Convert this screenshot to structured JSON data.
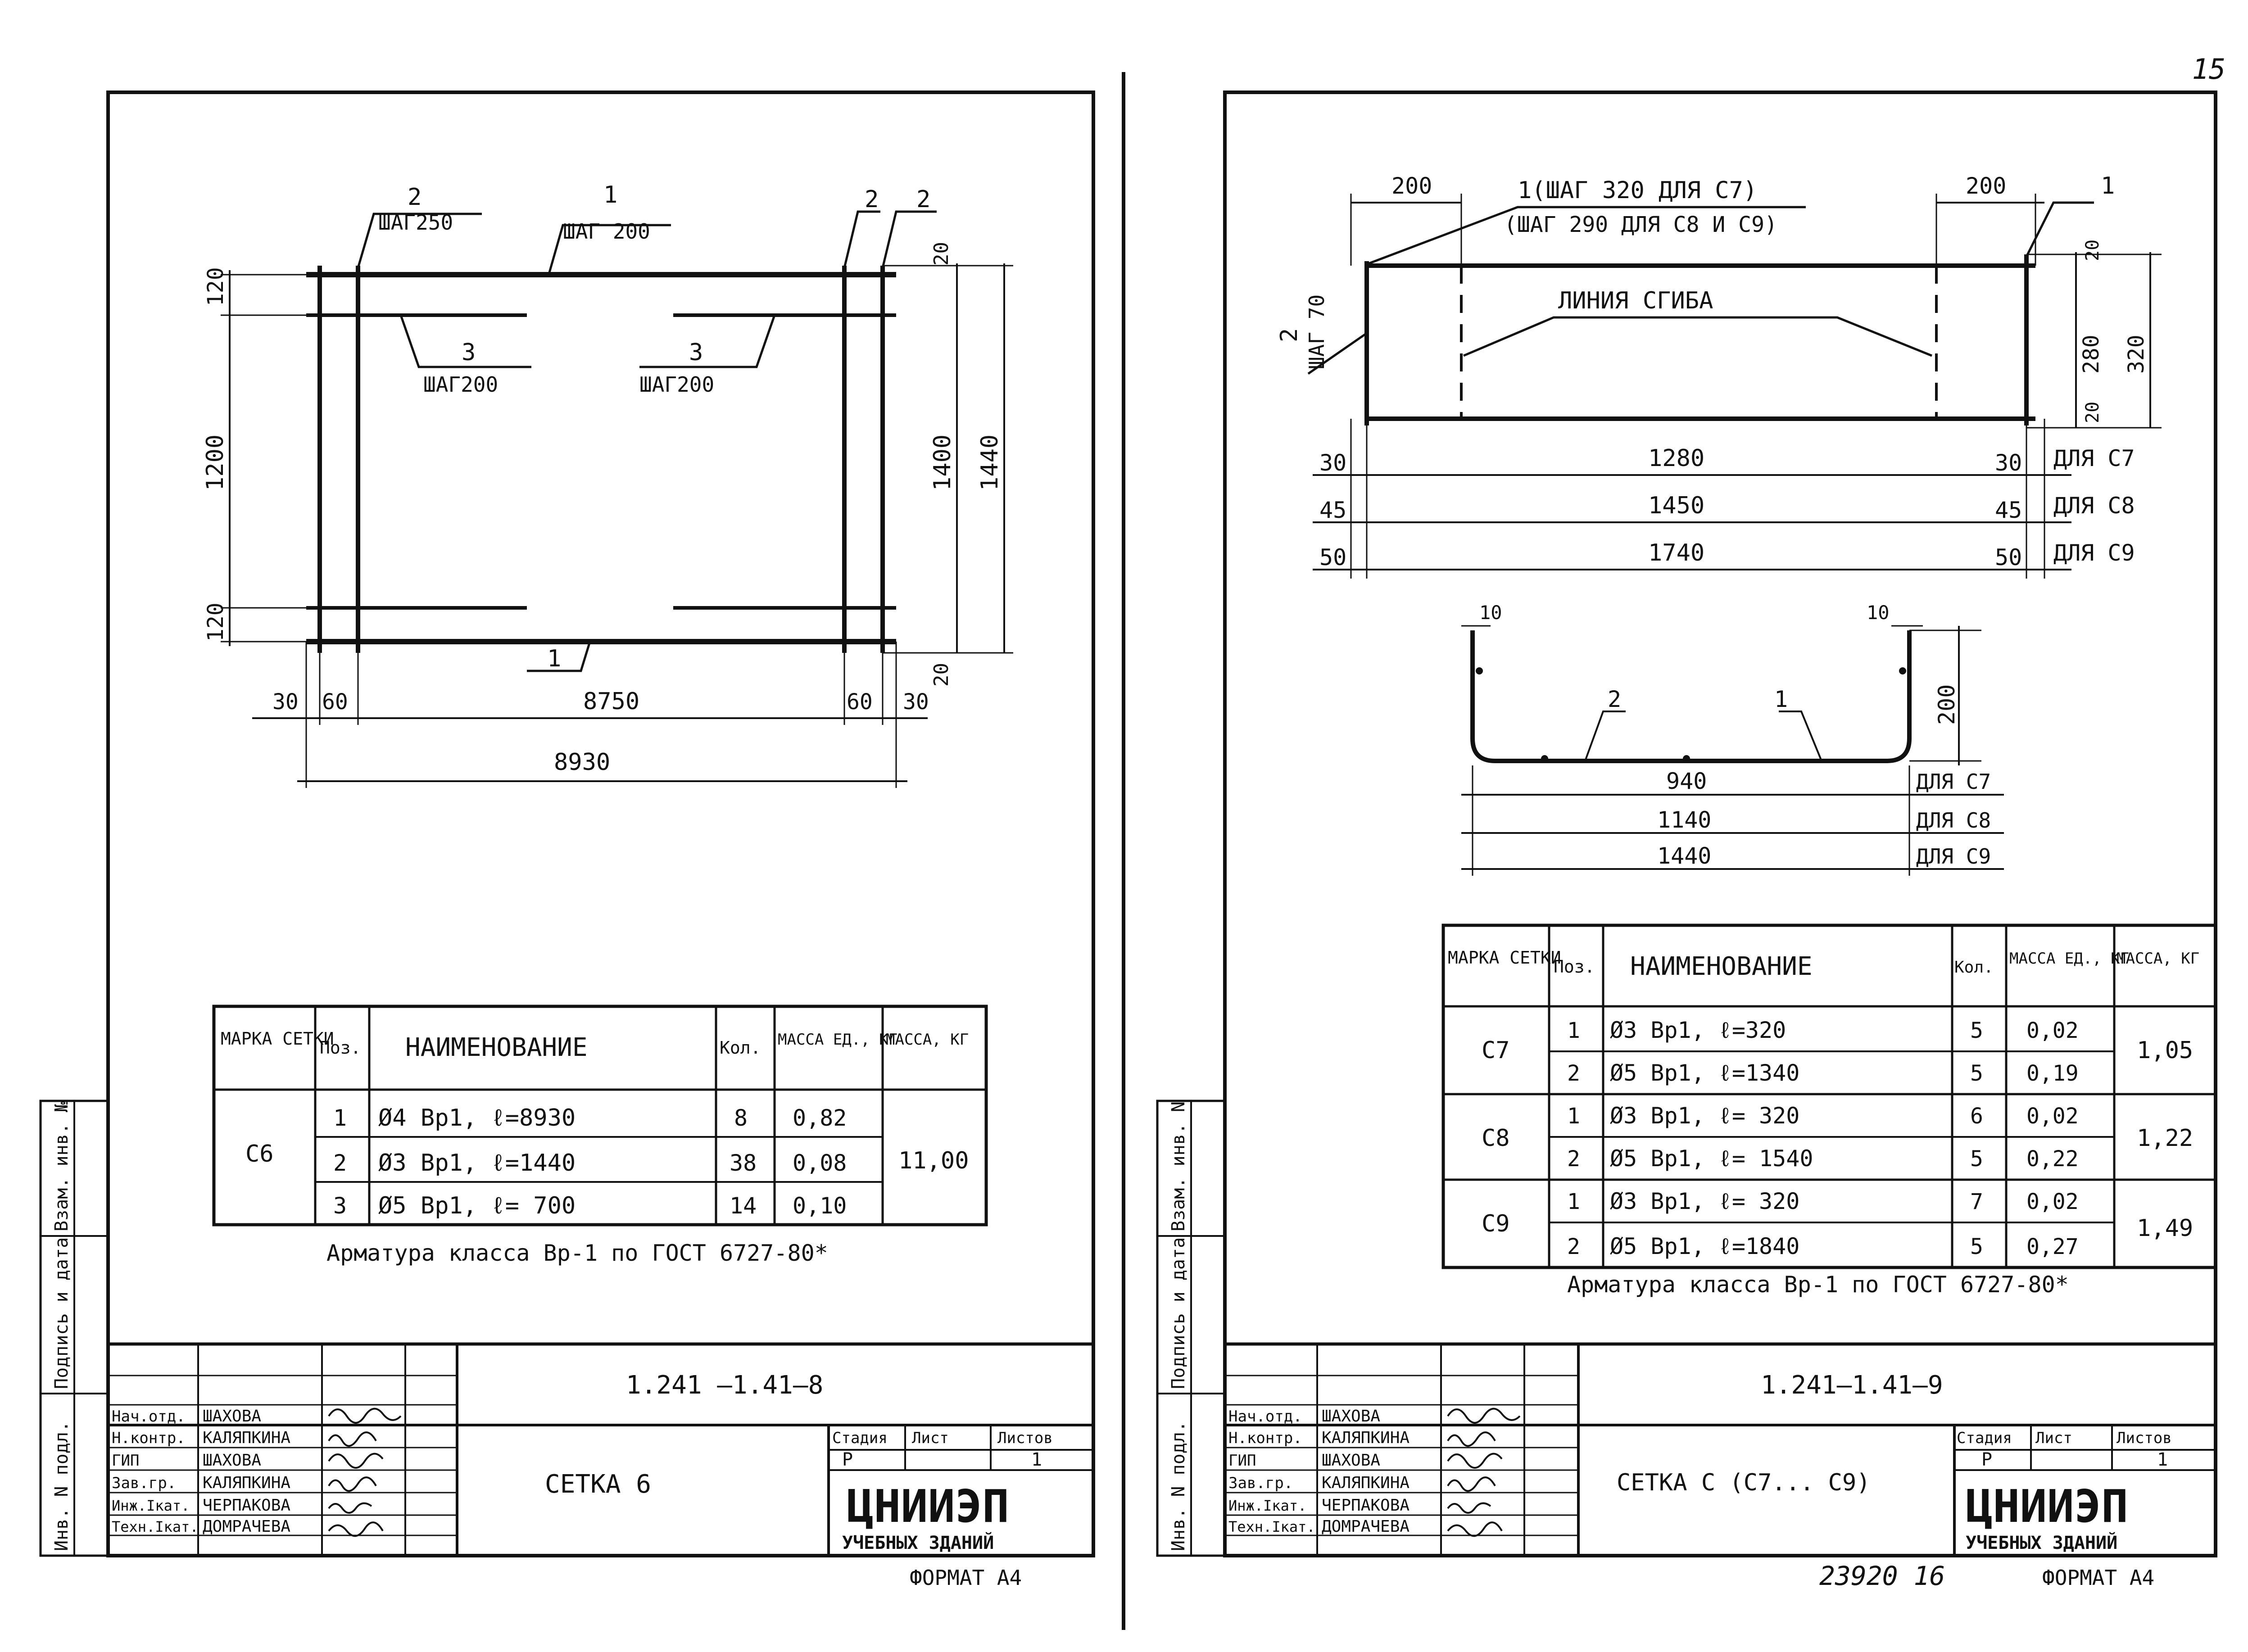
{
  "page_number": "15",
  "left_sheet": {
    "drawing": {
      "pos1_top": "1",
      "pos1_top_step": "ШАГ 200",
      "pos2_left": "2",
      "pos2_left_step": "ШАГ250",
      "pos2_right_a": "2",
      "pos2_right_b": "2",
      "pos3_left": "3",
      "pos3_left_step": "ШАГ200",
      "pos3_right": "3",
      "pos3_right_step": "ШАГ200",
      "pos1_bottom": "1",
      "dim_120_top": "120",
      "dim_1200": "1200",
      "dim_120_bottom": "120",
      "dim_20_top": "20",
      "dim_20_bottom": "20",
      "dim_1400": "1400",
      "dim_1440": "1440",
      "dim_30_left": "30",
      "dim_60_left": "60",
      "dim_8750": "8750",
      "dim_60_right": "60",
      "dim_30_right": "30",
      "dim_8930": "8930"
    },
    "table": {
      "headers": [
        "МАРКА СЕТКИ",
        "Поз.",
        "НАИМЕНОВАНИЕ",
        "Кол.",
        "МАССА ЕД., КГ",
        "МАССА, КГ"
      ],
      "mark": "С6",
      "rows": [
        {
          "pos": "1",
          "name": "Ø4 Вр1, ℓ=8930",
          "qty": "8",
          "unit_mass": "0,82"
        },
        {
          "pos": "2",
          "name": "Ø3 Вр1, ℓ=1440",
          "qty": "38",
          "unit_mass": "0,08"
        },
        {
          "pos": "3",
          "name": "Ø5 Вр1, ℓ= 700",
          "qty": "14",
          "unit_mass": "0,10"
        }
      ],
      "total_mass": "11,00",
      "note": "Арматура класса Вр-1 по ГОСТ 6727-80*"
    },
    "title_block": {
      "doc_code": "1.241 —1.41—8",
      "sheet_name": "СЕТКА 6",
      "stage_label": "Стадия",
      "sheet_label": "Лист",
      "sheets_label": "Листов",
      "stage": "Р",
      "sheet": "1",
      "roles": [
        "Нач.отд.",
        "Н.контр.",
        "ГИП",
        "Зав.гр.",
        "Инж.Ікат.",
        "Техн.Ікат."
      ],
      "names": [
        "ШАХОВА",
        "КАЛЯПКИНА",
        "ШАХОВА",
        "КАЛЯПКИНА",
        "ЧЕРПАКОВА",
        "ДОМРАЧЕВА"
      ],
      "org": "ЦНИИЭП",
      "org_sub": "УЧЕБНЫХ ЗДАНИЙ",
      "format": "ФОРМАТ А4"
    },
    "side_stamp": [
      "Инв. N подл.",
      "Подпись и дата",
      "Взам. инв. №"
    ]
  },
  "right_sheet": {
    "drawing": {
      "dim_200_left": "200",
      "dim_200_right": "200",
      "pos1_label": "1(ШАГ 320 ДЛЯ С7)",
      "pos1_label2": "(ШАГ 290 ДЛЯ С8 И С9)",
      "pos1_right": "1",
      "pos2_label": "2",
      "pos2_step": "ШАГ 70",
      "bend_line": "ЛИНИЯ СГИБА",
      "dim_20_top": "20",
      "dim_280": "280",
      "dim_320": "320",
      "dim_20_bottom": "20",
      "rows": [
        {
          "left": "30",
          "mid": "1280",
          "right": "30",
          "label": "ДЛЯ С7"
        },
        {
          "left": "45",
          "mid": "1450",
          "right": "45",
          "label": "ДЛЯ С8"
        },
        {
          "left": "50",
          "mid": "1740",
          "right": "50",
          "label": "ДЛЯ С9"
        }
      ],
      "section": {
        "dim_10_left": "10",
        "dim_10_right": "10",
        "dim_200": "200",
        "pos2": "2",
        "pos1": "1",
        "rows": [
          {
            "mid": "940",
            "label": "ДЛЯ С7"
          },
          {
            "mid": "1140",
            "label": "ДЛЯ С8"
          },
          {
            "mid": "1440",
            "label": "ДЛЯ С9"
          }
        ]
      }
    },
    "table": {
      "headers": [
        "МАРКА СЕТКИ",
        "Поз.",
        "НАИМЕНОВАНИЕ",
        "Кол.",
        "МАССА ЕД., КГ",
        "МАССА, КГ"
      ],
      "groups": [
        {
          "mark": "С7",
          "total": "1,05",
          "rows": [
            {
              "pos": "1",
              "name": "Ø3 Вр1, ℓ=320",
              "qty": "5",
              "unit_mass": "0,02"
            },
            {
              "pos": "2",
              "name": "Ø5 Вр1, ℓ=1340",
              "qty": "5",
              "unit_mass": "0,19"
            }
          ]
        },
        {
          "mark": "С8",
          "total": "1,22",
          "rows": [
            {
              "pos": "1",
              "name": "Ø3 Вр1, ℓ= 320",
              "qty": "6",
              "unit_mass": "0,02"
            },
            {
              "pos": "2",
              "name": "Ø5 Вр1, ℓ= 1540",
              "qty": "5",
              "unit_mass": "0,22"
            }
          ]
        },
        {
          "mark": "С9",
          "total": "1,49",
          "rows": [
            {
              "pos": "1",
              "name": "Ø3 Вр1, ℓ= 320",
              "qty": "7",
              "unit_mass": "0,02"
            },
            {
              "pos": "2",
              "name": "Ø5 Вр1, ℓ=1840",
              "qty": "5",
              "unit_mass": "0,27"
            }
          ]
        }
      ],
      "note": "Арматура класса Вр-1 по ГОСТ 6727-80*"
    },
    "title_block": {
      "doc_code": "1.241—1.41—9",
      "sheet_name": "СЕТКА С (С7... С9)",
      "stage_label": "Стадия",
      "sheet_label": "Лист",
      "sheets_label": "Листов",
      "stage": "Р",
      "sheets": "1",
      "roles": [
        "Нач.отд.",
        "Н.контр.",
        "ГИП",
        "Зав.гр.",
        "Инж.Ікат.",
        "Техн.Ікат."
      ],
      "names": [
        "ШАХОВА",
        "КАЛЯПКИНА",
        "ШАХОВА",
        "КАЛЯПКИНА",
        "ЧЕРПАКОВА",
        "ДОМРАЧЕВА"
      ],
      "org": "ЦНИИЭП",
      "org_sub": "УЧЕБНЫХ ЗДАНИЙ",
      "format": "ФОРМАТ А4",
      "handwritten": "23920  16"
    },
    "side_stamp": [
      "Инв. N подл.",
      "Подпись и дата",
      "Взам. инв. N"
    ]
  }
}
